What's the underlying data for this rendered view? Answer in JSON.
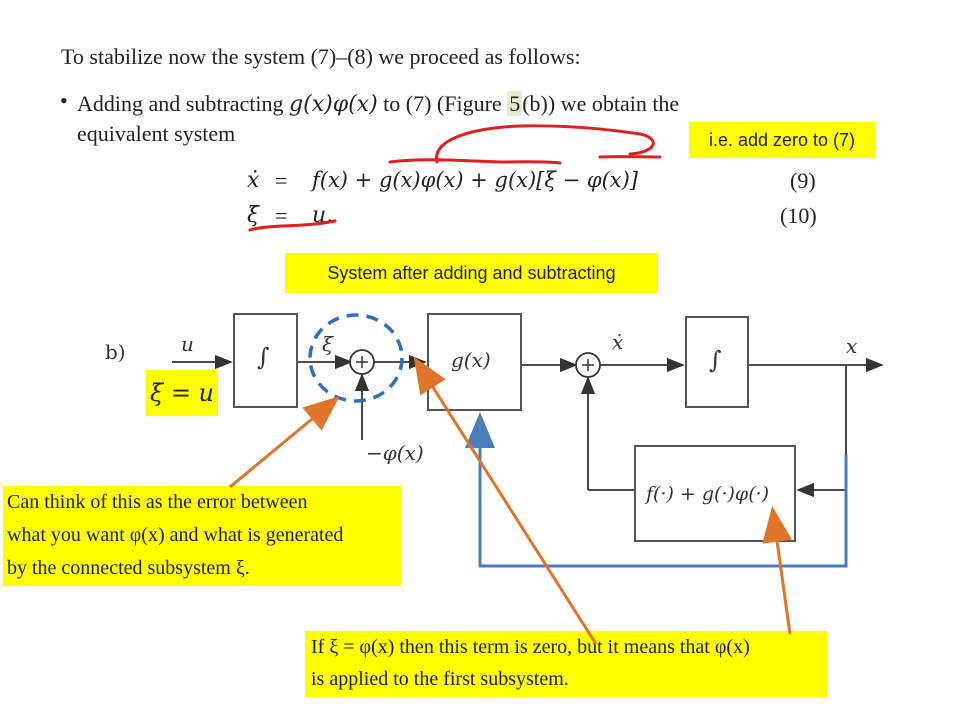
{
  "intro": "To stabilize now the system (7)–(8) we proceed as follows:",
  "bullet": {
    "line1_pre": "Adding and subtracting ",
    "line1_term": "g(x)φ(x)",
    "line1_mid": " to (7) (Figure ",
    "figure_num": "5",
    "line1_post": "(b)) we obtain the",
    "line2": "equivalent system"
  },
  "equations": [
    {
      "lhs": "ẋ",
      "rhs": "f(x) + g(x)φ(x) + g(x)[ξ − φ(x)]",
      "num": "(9)"
    },
    {
      "lhs": "ξ̇",
      "rhs": "u.",
      "num": "(10)"
    }
  ],
  "callouts": {
    "add_zero": "i.e. add zero to (7)",
    "system_after": "System after adding and subtracting",
    "xi_dot_eq": "ξ̇ = u",
    "error_note": [
      "Can think of this as the error between",
      "what you want φ(x) and what is generated",
      "by the connected subsystem ξ."
    ],
    "term_zero_note": [
      "If ξ = φ(x) then this term is zero, but it means that φ(x)",
      "is applied to the first subsystem."
    ]
  },
  "diagram": {
    "label_b": "b)",
    "u": "u",
    "integrator_1": "∫",
    "xi": "ξ",
    "minus_phi": "−φ(x)",
    "gx": "g(x)",
    "xdot": "ẋ",
    "integrator_2": "∫",
    "x": "x",
    "feedback_block": "f(·) + g(·)φ(·)"
  },
  "colors": {
    "highlight": "#ffff00",
    "red_pen": "#e02020",
    "arrow_orange": "#e0742a",
    "loop_blue": "#4a7ebb",
    "circle_blue": "#2e6fc0"
  }
}
